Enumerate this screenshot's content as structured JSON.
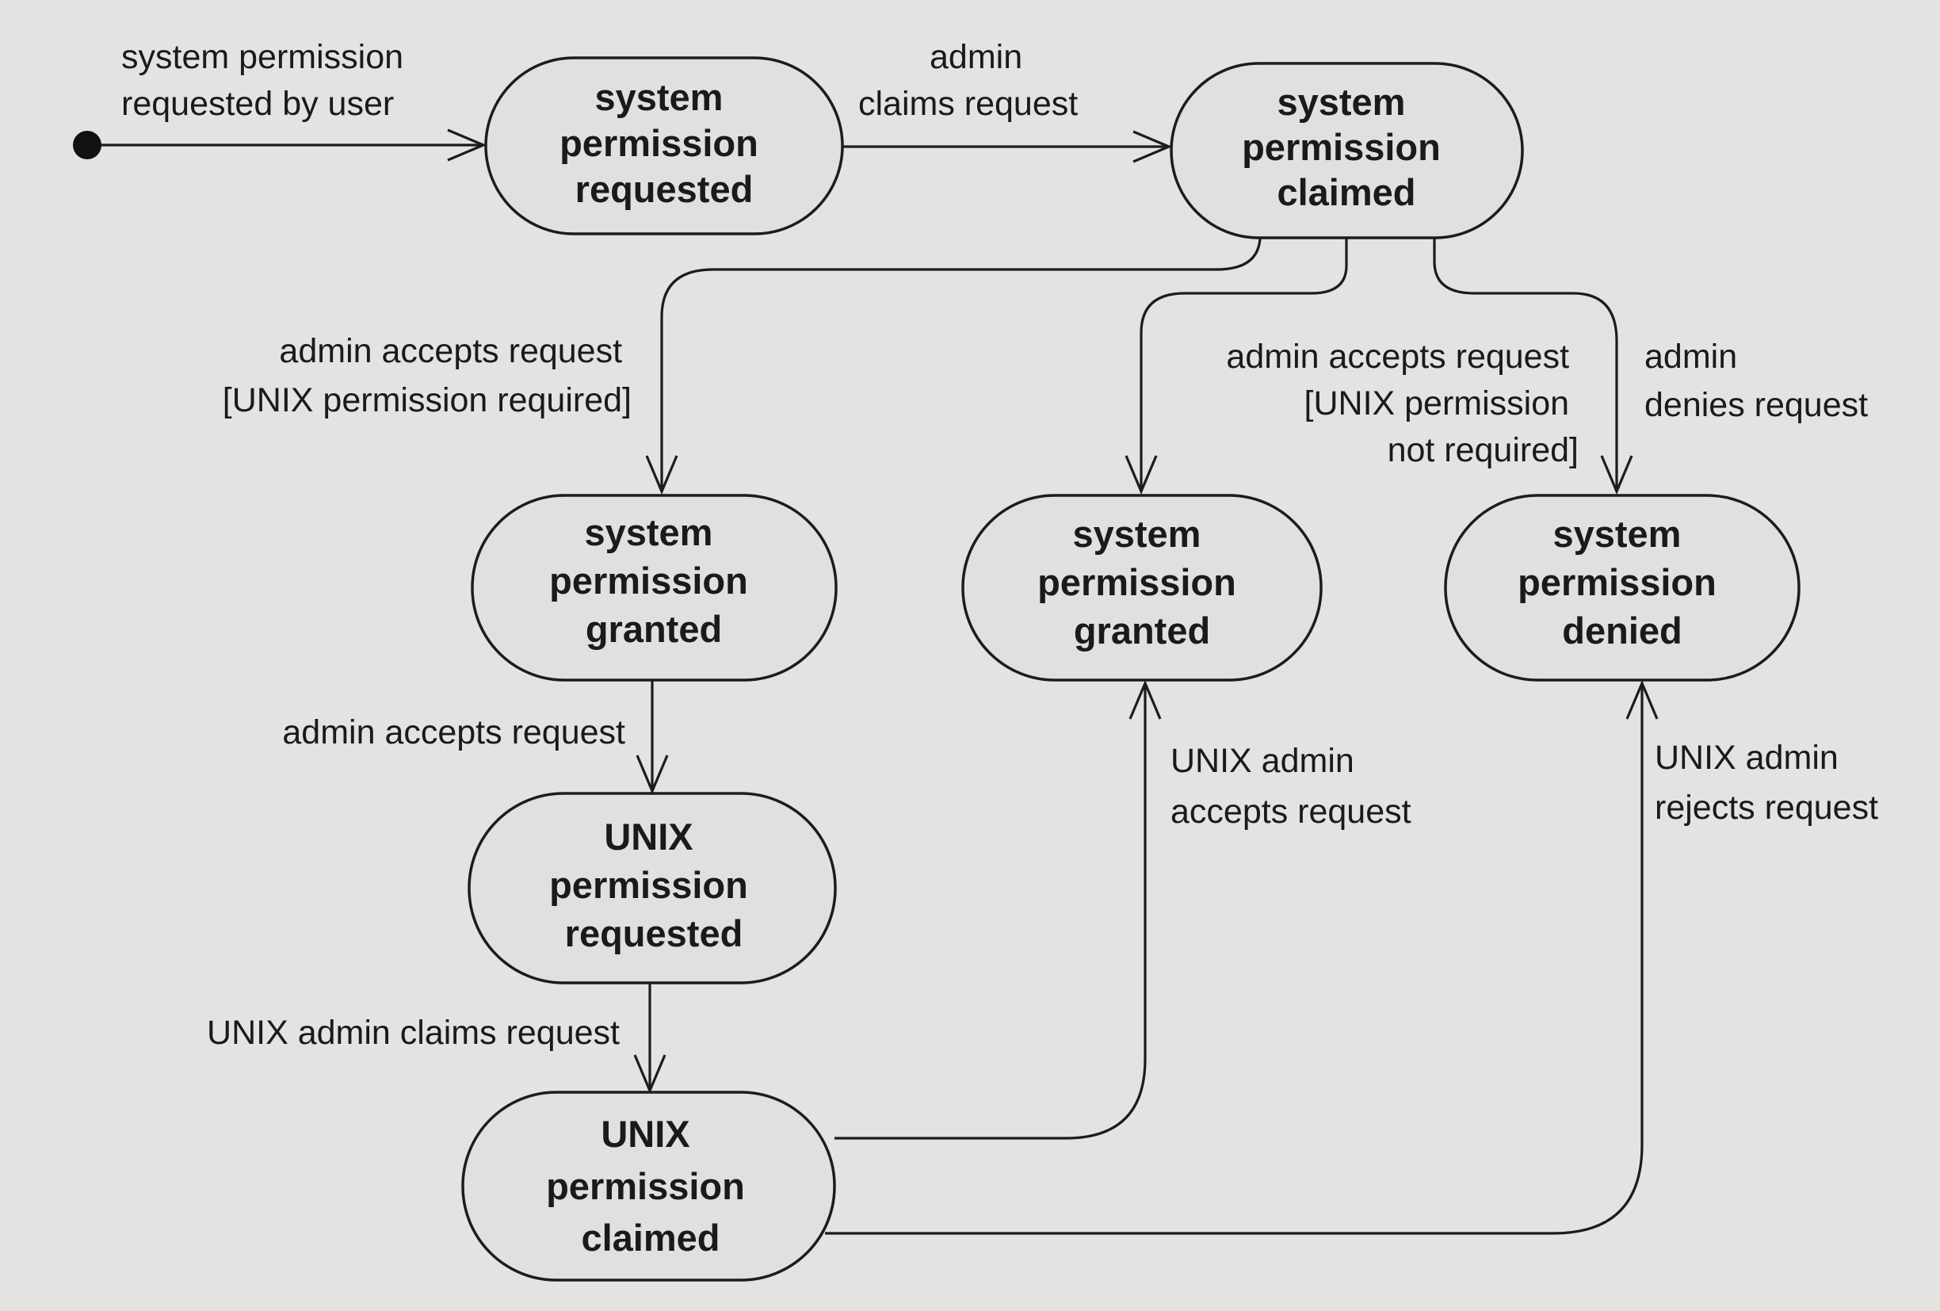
{
  "states": {
    "requested": [
      "system",
      "permission",
      "requested"
    ],
    "claimed": [
      "system",
      "permission",
      "claimed"
    ],
    "granted_unix": [
      "system",
      "permission",
      "granted"
    ],
    "granted": [
      "system",
      "permission",
      "granted"
    ],
    "denied": [
      "system",
      "permission",
      "denied"
    ],
    "unix_requested": [
      "UNIX",
      "permission",
      "requested"
    ],
    "unix_claimed": [
      "UNIX",
      "permission",
      "claimed"
    ]
  },
  "transitions": {
    "initial": [
      "system permission",
      "requested by user"
    ],
    "admin_claims": [
      "admin",
      "claims request"
    ],
    "accept_unix_required": [
      "admin accepts request",
      "[UNIX permission required]"
    ],
    "accept_unix_not_required": [
      "admin accepts request",
      "[UNIX permission",
      "not required]"
    ],
    "admin_denies": [
      "admin",
      "denies request"
    ],
    "admin_accepts": [
      "admin accepts request"
    ],
    "unix_admin_claims": [
      "UNIX admin claims request"
    ],
    "unix_admin_accepts": [
      "UNIX admin",
      "accepts request"
    ],
    "unix_admin_rejects": [
      "UNIX admin",
      "rejects request"
    ]
  }
}
